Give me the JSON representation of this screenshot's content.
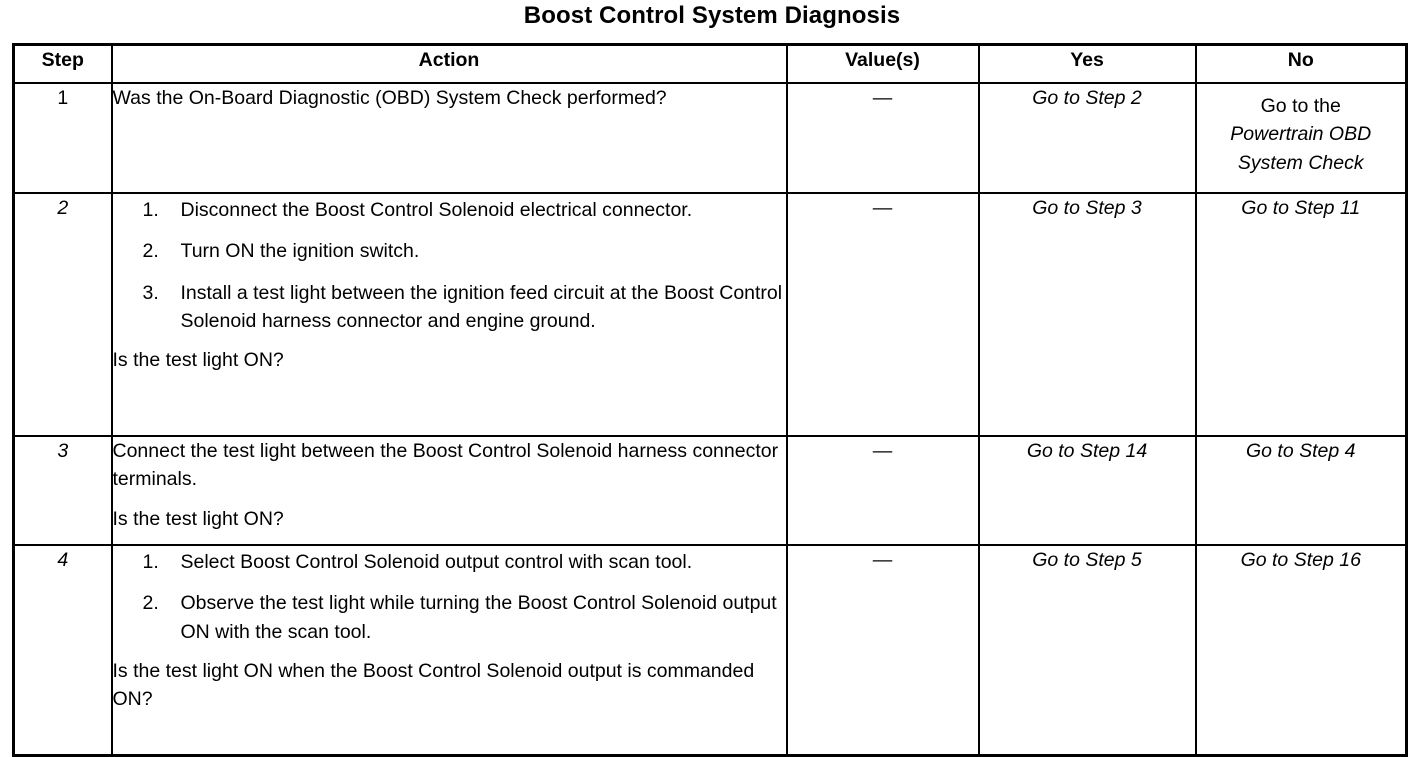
{
  "document": {
    "title": "Boost Control System Diagnosis"
  },
  "table": {
    "headers": {
      "step": "Step",
      "action": "Action",
      "value": "Value(s)",
      "yes": "Yes",
      "no": "No"
    },
    "rows": [
      {
        "step": "1",
        "action_text": "Was the On-Board Diagnostic (OBD) System Check performed?",
        "value": "—",
        "yes": "Go to Step 2",
        "no_plain": "Go to the",
        "no_italic_line1": "Powertrain OBD",
        "no_italic_line2": "System Check"
      },
      {
        "step": "2",
        "list": [
          {
            "marker": "1.",
            "text": "Disconnect the Boost Control Solenoid electrical connector."
          },
          {
            "marker": "2.",
            "text": "Turn ON the ignition switch."
          },
          {
            "marker": "3.",
            "text": "Install a test light between the ignition feed circuit at the Boost Control Solenoid harness connector and engine ground."
          }
        ],
        "question": "Is the test light ON?",
        "value": "—",
        "yes": "Go to Step 3",
        "no": "Go to Step 11"
      },
      {
        "step": "3",
        "action_text": "Connect the test light between the Boost Control Solenoid harness connector terminals.",
        "question": "Is the test light ON?",
        "value": "—",
        "yes": "Go to Step 14",
        "no": "Go to Step 4"
      },
      {
        "step": "4",
        "list": [
          {
            "marker": "1.",
            "text": "Select Boost Control Solenoid output control with scan tool."
          },
          {
            "marker": "2.",
            "text": "Observe the test light while turning the Boost Control Solenoid output ON with the scan tool."
          }
        ],
        "question": "Is the test light ON when the Boost Control Solenoid output is commanded ON?",
        "value": "—",
        "yes": "Go to Step 5",
        "no": "Go to Step 16"
      }
    ]
  },
  "colors": {
    "ink": "#000000",
    "paper": "#ffffff"
  }
}
